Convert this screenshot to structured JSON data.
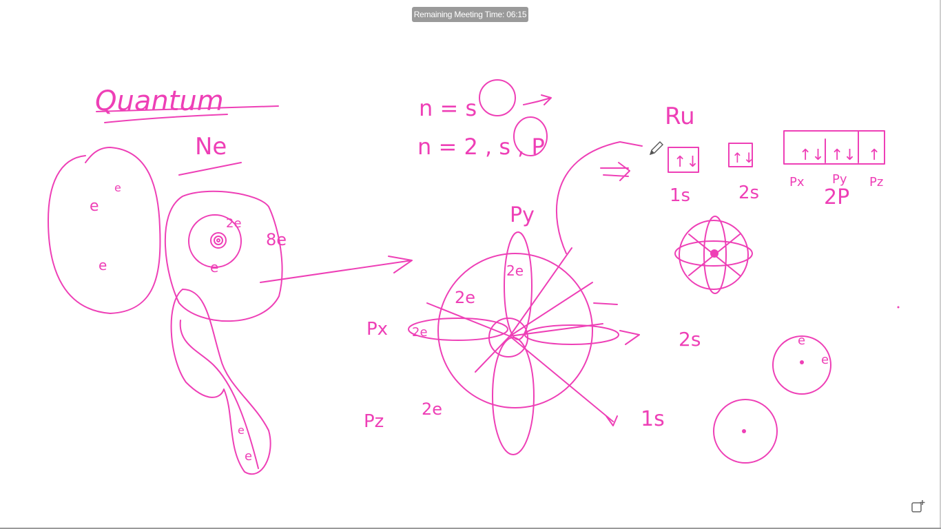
{
  "meeting": {
    "remaining_time_label": "Remaining Meeting Time: 06:15"
  },
  "whiteboard": {
    "ink_color": "#ee3fb6",
    "handwriting": {
      "title": "Quantum",
      "element": "Ne",
      "n1": "n = s",
      "n2": "n = 2 , s , P",
      "shell_2e": "2e",
      "shell_8e": "8e",
      "py": "Py",
      "px": "Px",
      "pz": "Pz",
      "lobe_2e_top": "2e",
      "lobe_2e_left": "2e",
      "lobe_2e_x": "2e",
      "lobe_2e_z": "2e",
      "label_1s": "1s",
      "label_2s_mid": "2s",
      "label_2s": "2s",
      "label_1s_box": "1s",
      "label_2p": "2P",
      "box_1s": "↑↓",
      "box_2s": "↑↓",
      "box_px": "↑↓",
      "box_py": "↑↓",
      "box_pz": "↑",
      "sub_px": "Px",
      "sub_py": "Py",
      "sub_pz": "Pz",
      "ru": "Ru"
    }
  },
  "tools": {
    "active_tool": "pencil-icon",
    "new_board_icon": "new-whiteboard-icon"
  }
}
